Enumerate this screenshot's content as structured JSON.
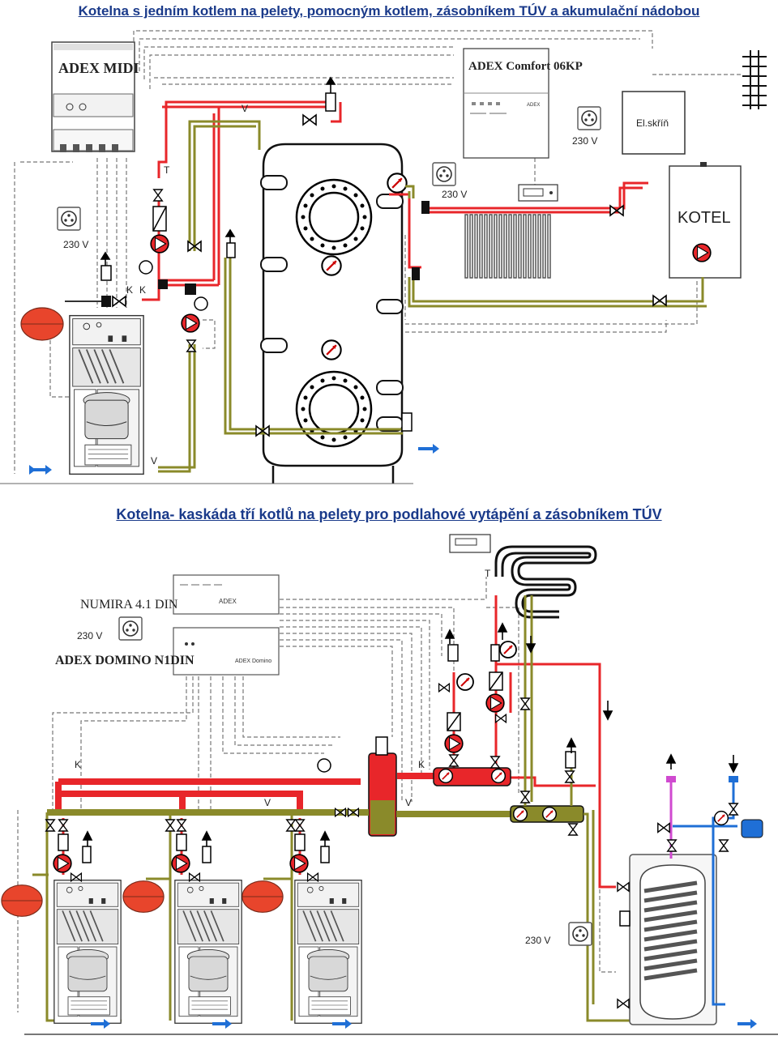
{
  "top_section": {
    "title": "Kotelna s jedním kotlem na pelety, pomocným kotlem, zásobníkem TÚV a akumulační nádobou",
    "controller_left_label": "ADEX MIDI",
    "controller_right_label": "ADEX Comfort 06KP",
    "controller_right_brand": "ADEX",
    "switchbox_label": "El.skříň",
    "aux_boiler_label": "KOTEL",
    "voltage_label": "230 V",
    "valve_v_label": "V",
    "valve_k_label": "K",
    "sensor_t_label": "T"
  },
  "bottom_section": {
    "title": "Kotelna- kaskáda tří kotlů na pelety pro podlahové vytápění a zásobníkem TÚV",
    "controller_top_label": "NUMIRA 4.1 DIN",
    "controller_top_brand": "ADEX",
    "controller_bottom_label": "ADEX DOMINO N1DIN",
    "controller_bottom_brand": "ADEX Domino",
    "voltage_label": "230 V",
    "voltage_label_tank": "230 V",
    "valve_v_label": "V",
    "valve_k_label": "K",
    "sensor_t_label": "T"
  },
  "colors": {
    "hot_pipe": "#e8262a",
    "return_pipe": "#8a8a2a",
    "cold_water": "#1f6fd6",
    "dhw_pipe": "#d04ad0",
    "tank_fill": "#ffffff",
    "expansion_vessel": "#e8452c",
    "title_text": "#1a3a8a"
  },
  "icons": [
    "socket-icon",
    "pump-icon",
    "valve-icon",
    "thermometer-icon",
    "arrow-icon",
    "expansion-vessel-icon"
  ]
}
